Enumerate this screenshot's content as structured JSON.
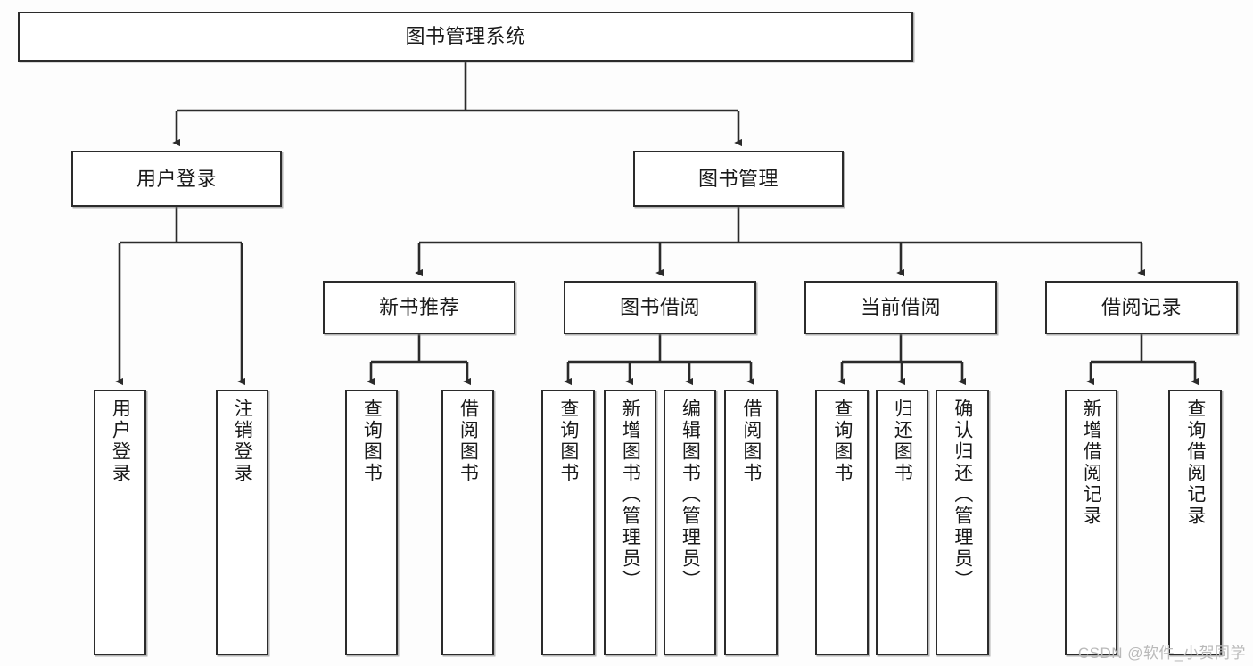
{
  "diagram": {
    "title": "图书管理系统",
    "type": "tree-hierarchy-chart",
    "colors": {
      "box_border": "#2b2b2b",
      "box_fill": "#ffffff",
      "connector": "#2b2b2b",
      "canvas": "#fdfdfd",
      "watermark": "#b9b9b9"
    },
    "root": {
      "label": "图书管理系统"
    },
    "level2": [
      {
        "label": "用户登录"
      },
      {
        "label": "图书管理"
      }
    ],
    "level3": [
      {
        "label": "新书推荐"
      },
      {
        "label": "图书借阅"
      },
      {
        "label": "当前借阅"
      },
      {
        "label": "借阅记录"
      }
    ],
    "leaves": {
      "user_login": [
        {
          "label": "用户登录"
        },
        {
          "label": "注销登录"
        }
      ],
      "new_book_recommend": [
        {
          "label": "查询图书"
        },
        {
          "label": "借阅图书"
        }
      ],
      "book_borrow": [
        {
          "label": "查询图书"
        },
        {
          "label": "新增图书（管理员）"
        },
        {
          "label": "编辑图书（管理员）"
        },
        {
          "label": "借阅图书"
        }
      ],
      "current_borrow": [
        {
          "label": "查询图书"
        },
        {
          "label": "归还图书"
        },
        {
          "label": "确认归还（管理员）"
        }
      ],
      "borrow_record": [
        {
          "label": "新增借阅记录"
        },
        {
          "label": "查询借阅记录"
        }
      ]
    }
  },
  "watermark": {
    "text": "CSDN @软件_小贺同学"
  }
}
